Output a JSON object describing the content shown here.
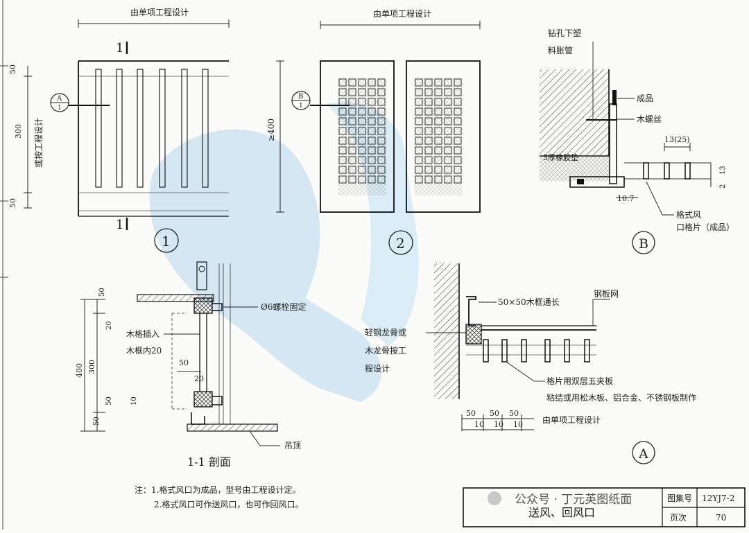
{
  "dims": {
    "top_span_1": "由单项工程设计",
    "top_span_2": "由单项工程设计",
    "left_top": "50",
    "left_mid": "300",
    "left_bot": "50",
    "left_note": "或按工程设计",
    "mid_400": "≥400",
    "sec_400": "400",
    "sec_300": "300",
    "sec_50a": "50",
    "sec_20a": "20",
    "sec_50b": "50",
    "sec_10": "10",
    "sec_50c": "50",
    "sec_50d": "50",
    "sec_20b": "20",
    "b_13_25": "13(25)",
    "b_13": "13",
    "b_2": "2",
    "b_107": "10.7",
    "a_50_1": "50",
    "a_50_2": "50",
    "a_50_3": "50",
    "a_10_1": "10",
    "a_10_2": "10",
    "a_10_3": "10",
    "a_span": "由单项工程设计"
  },
  "markers": {
    "section_top": "1",
    "section_bot": "1",
    "callout_a_letter": "A",
    "callout_a_num": "1",
    "callout_b_letter": "B",
    "callout_b_num": "1",
    "view_1": "1",
    "view_2": "2",
    "detail_b": "B",
    "detail_a": "A"
  },
  "labels": {
    "drill": [
      "钻孔下塑",
      "料胀管"
    ],
    "finished": "成品",
    "wood_screw": "木螺丝",
    "rubber_pad": "5厚橡胶垫",
    "grille_piece": [
      "格式风",
      "口格片（成品）"
    ],
    "bolt": "Ø6螺栓固定",
    "wood_insert": [
      "木格插入",
      "木框内20"
    ],
    "ceiling": "吊顶",
    "section_title": "1-1 剖面",
    "wood_frame": "50×50木框通长",
    "steel_mesh": "钢板网",
    "keel": [
      "轻钢龙骨或",
      "木龙骨按工",
      "程设计"
    ],
    "blade_material": [
      "格片用双层五夹板",
      "粘结或用松木板、铝合金、不锈钢板制作"
    ]
  },
  "notes": [
    "注：1.格式风口为成品，型号由工程设计定。",
    "2.格式风口可作送风口，也可作回风口。"
  ],
  "title_block": {
    "title": "送风、回风口",
    "atlas_label": "图集号",
    "atlas_no": "12YJ7-2",
    "page_label": "页次",
    "page_no": "70"
  },
  "watermark": "公众号 · 丁元英图纸面"
}
